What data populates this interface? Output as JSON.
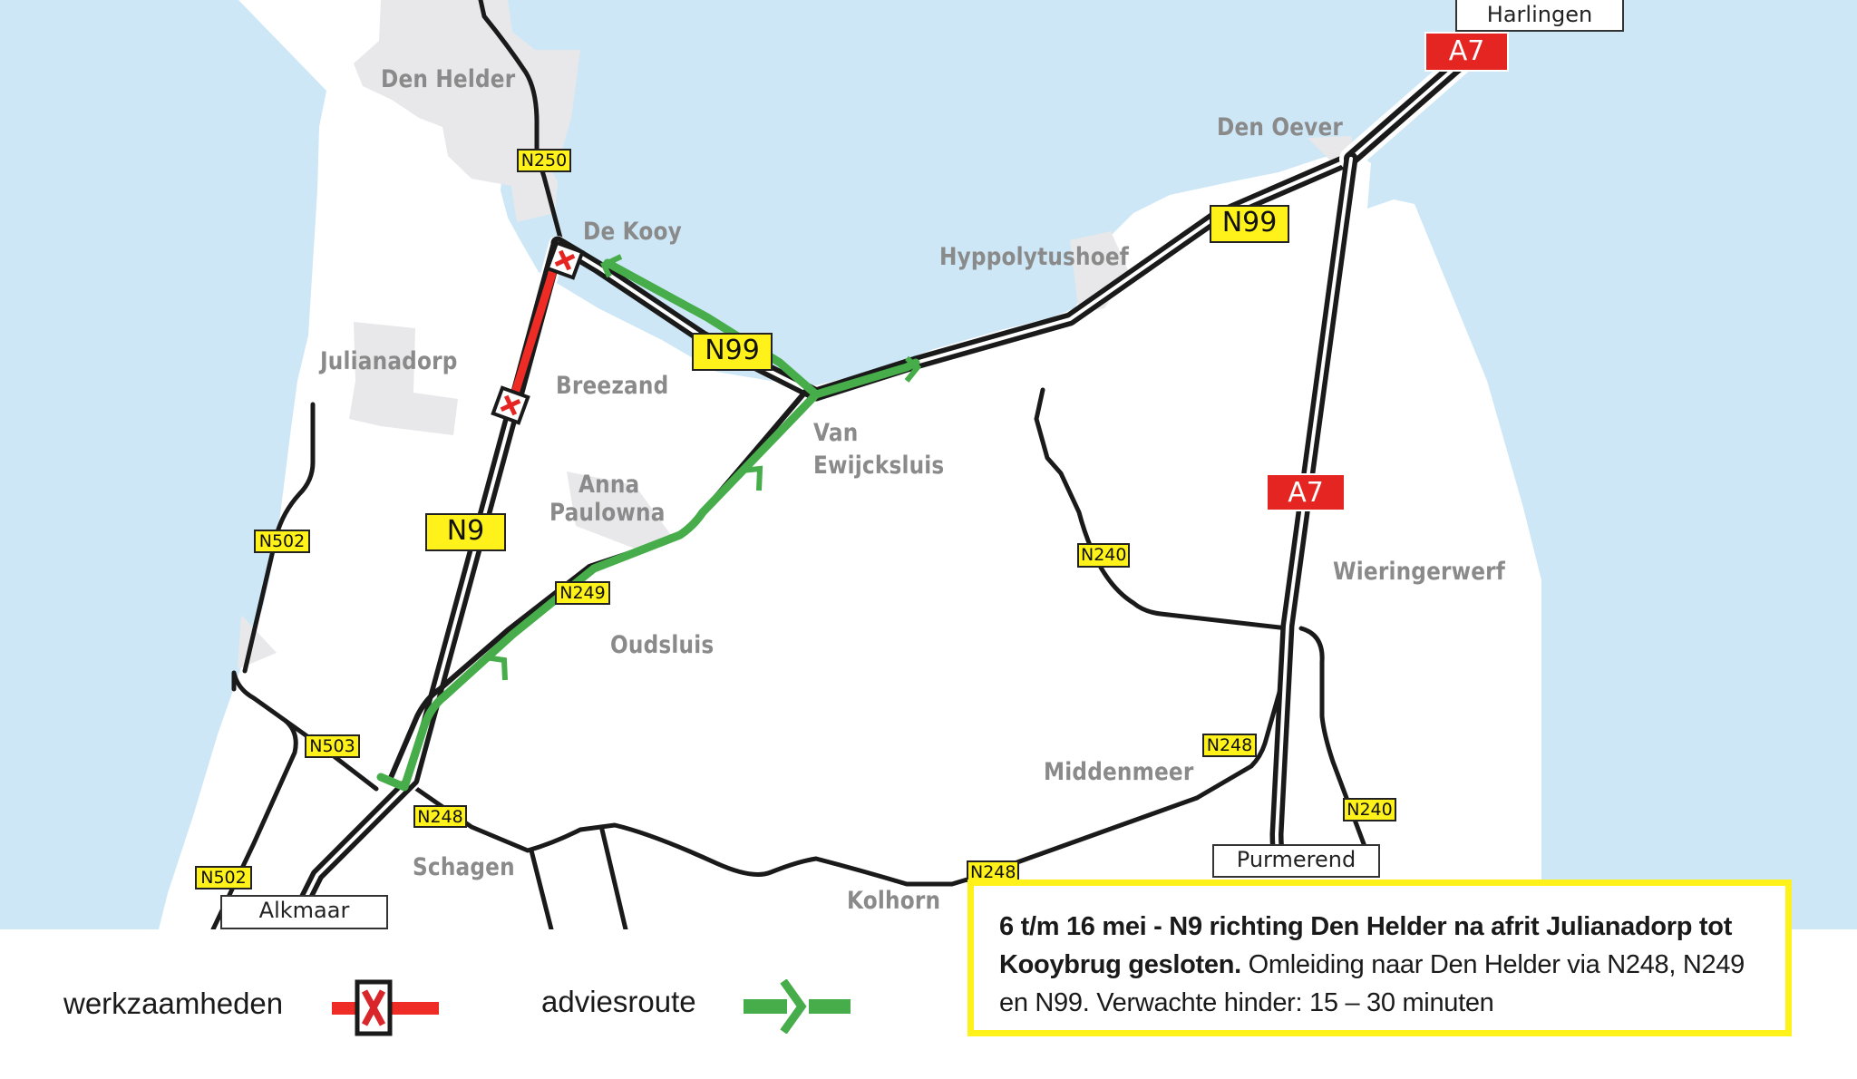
{
  "colors": {
    "water": "#cde7f6",
    "land": "#ffffff",
    "urban": "#e8e8ea",
    "road": "#1a1a1a",
    "closure": "#ee2b24",
    "detour": "#46ad4a",
    "n_sign": "#fff21a",
    "a_sign": "#e52521",
    "place_label": "#8a8a8a"
  },
  "places": [
    {
      "name": "Den Helder"
    },
    {
      "name": "De Kooy"
    },
    {
      "name": "Den Oever"
    },
    {
      "name": "Hyppolytushoef"
    },
    {
      "name": "Julianadorp"
    },
    {
      "name": "Breezand"
    },
    {
      "name": "Van"
    },
    {
      "name": "Ewijcksluis"
    },
    {
      "name": "Anna"
    },
    {
      "name": "Paulowna"
    },
    {
      "name": "Wieringerwerf"
    },
    {
      "name": "Oudsluis"
    },
    {
      "name": "Middenmeer"
    },
    {
      "name": "Schagen"
    },
    {
      "name": "Kolhorn"
    }
  ],
  "road_signs": {
    "n250": "N250",
    "n99_left": "N99",
    "n99_right": "N99",
    "n9": "N9",
    "n502_upper": "N502",
    "n502_lower": "N502",
    "n249": "N249",
    "n503": "N503",
    "n248_left": "N248",
    "n248_middle": "N248",
    "n248_right": "N248",
    "n240_upper": "N240",
    "n240_lower": "N240",
    "a7_top": "A7",
    "a7_middle": "A7"
  },
  "destinations": {
    "harlingen": "Harlingen",
    "alkmaar": "Alkmaar",
    "purmerend": "Purmerend"
  },
  "info_box": {
    "bold_text": "6 t/m 16 mei - N9 richting Den Helder na afrit Julianadorp tot Kooybrug gesloten.",
    "regular_text": " Omleiding naar Den Helder via N248, N249 en N99. Verwachte hinder: 15 – 30 minuten"
  },
  "legend": {
    "works_label": "werkzaamheden",
    "works_icon": "closure-x-icon",
    "detour_label": "adviesroute",
    "detour_icon": "detour-chevron-icon"
  }
}
